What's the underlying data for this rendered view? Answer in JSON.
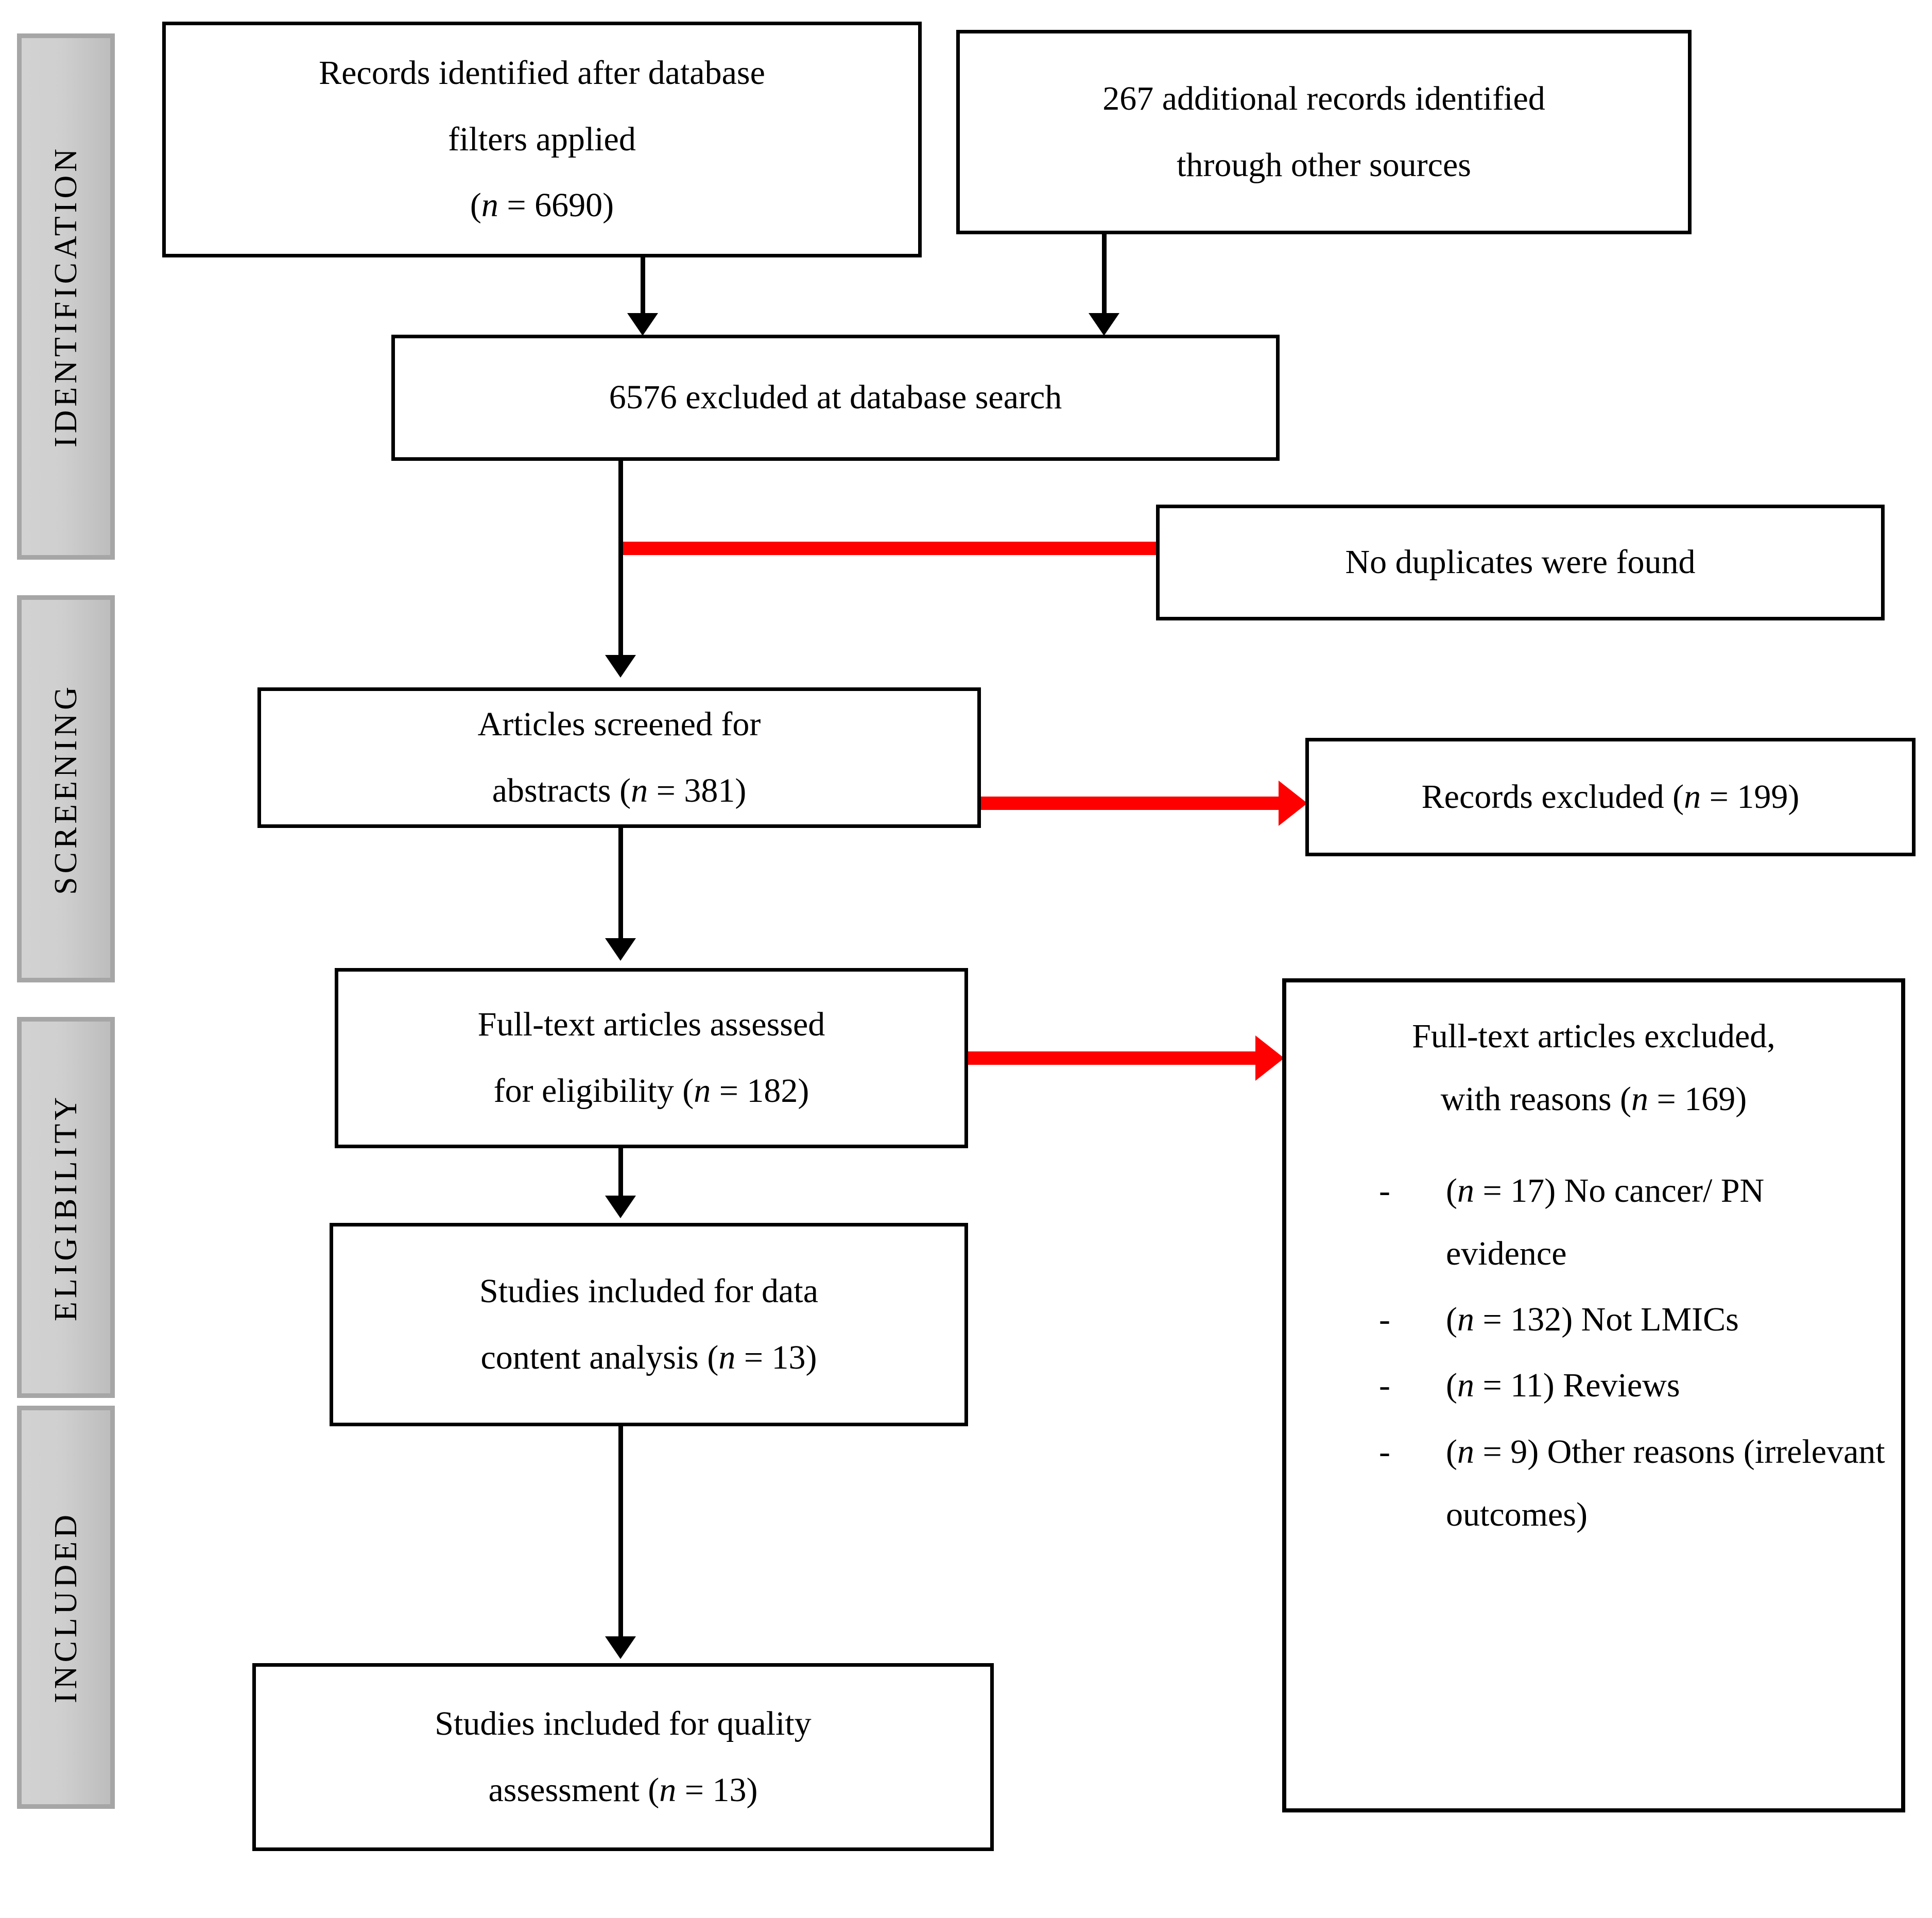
{
  "diagram": {
    "title": "PRISMA study selection flow diagram",
    "colors": {
      "box_border": "#000000",
      "box_fill": "#ffffff",
      "stage_bar_fill": "#d2d2d2",
      "stage_bar_border": "#a6a6a6",
      "black_arrow": "#000000",
      "red_arrow": "#ff0000"
    }
  },
  "stages": [
    {
      "id": "identification",
      "label": "IDENTIFICATION"
    },
    {
      "id": "screening",
      "label": "SCREENING"
    },
    {
      "id": "eligibility",
      "label": "ELIGIBILITY"
    },
    {
      "id": "included",
      "label": "INCLUDED"
    }
  ],
  "boxes": {
    "records_identified": {
      "line1": "Records identified after database",
      "line2": "filters applied",
      "line3_pre": "(",
      "line3_n": "n",
      "line3_post": " = 6690)",
      "count": 6690
    },
    "additional_records": {
      "line1": "267 additional records identified",
      "line2": "through other sources",
      "count": 267
    },
    "excluded_database": {
      "line1": "6576 excluded at database search",
      "count": 6576
    },
    "no_duplicates": {
      "line1": "No duplicates were found"
    },
    "articles_screened": {
      "line1": "Articles screened for",
      "line2_pre": "abstracts (",
      "line2_n": "n",
      "line2_post": " = 381)",
      "count": 381
    },
    "records_excluded": {
      "line1_pre": "Records excluded (",
      "line1_n": "n",
      "line1_post": " = 199)",
      "count": 199
    },
    "fulltext_assessed": {
      "line1": "Full-text articles assessed",
      "line2_pre": "for eligibility (",
      "line2_n": "n",
      "line2_post": " = 182)",
      "count": 182
    },
    "fulltext_excluded": {
      "title_line1": "Full-text articles excluded,",
      "title_line2_pre": "with reasons (",
      "title_line2_n": "n",
      "title_line2_post": " = 169)",
      "count": 169,
      "bullet": "-",
      "reasons": [
        {
          "n": "n",
          "pre": "(",
          "post": " = 17) No cancer/ PN evidence",
          "count": 17,
          "text": "No cancer/ PN evidence"
        },
        {
          "n": "n",
          "pre": "(",
          "post": " = 132) Not LMICs",
          "count": 132,
          "text": "Not LMICs"
        },
        {
          "n": "n",
          "pre": "(",
          "post": " = 11) Reviews",
          "count": 11,
          "text": "Reviews"
        },
        {
          "n": "n",
          "pre": "(",
          "post": " = 9) Other reasons (irrelevant outcomes)",
          "count": 9,
          "text": "Other reasons (irrelevant outcomes)"
        }
      ]
    },
    "studies_data_content": {
      "line1": "Studies included for data",
      "line2_pre": "content analysis (",
      "line2_n": "n",
      "line2_post": " = 13)",
      "count": 13
    },
    "studies_quality": {
      "line1": "Studies included for quality",
      "line2_pre": "assessment (",
      "line2_n": "n",
      "line2_post": " = 13)",
      "count": 13
    }
  }
}
